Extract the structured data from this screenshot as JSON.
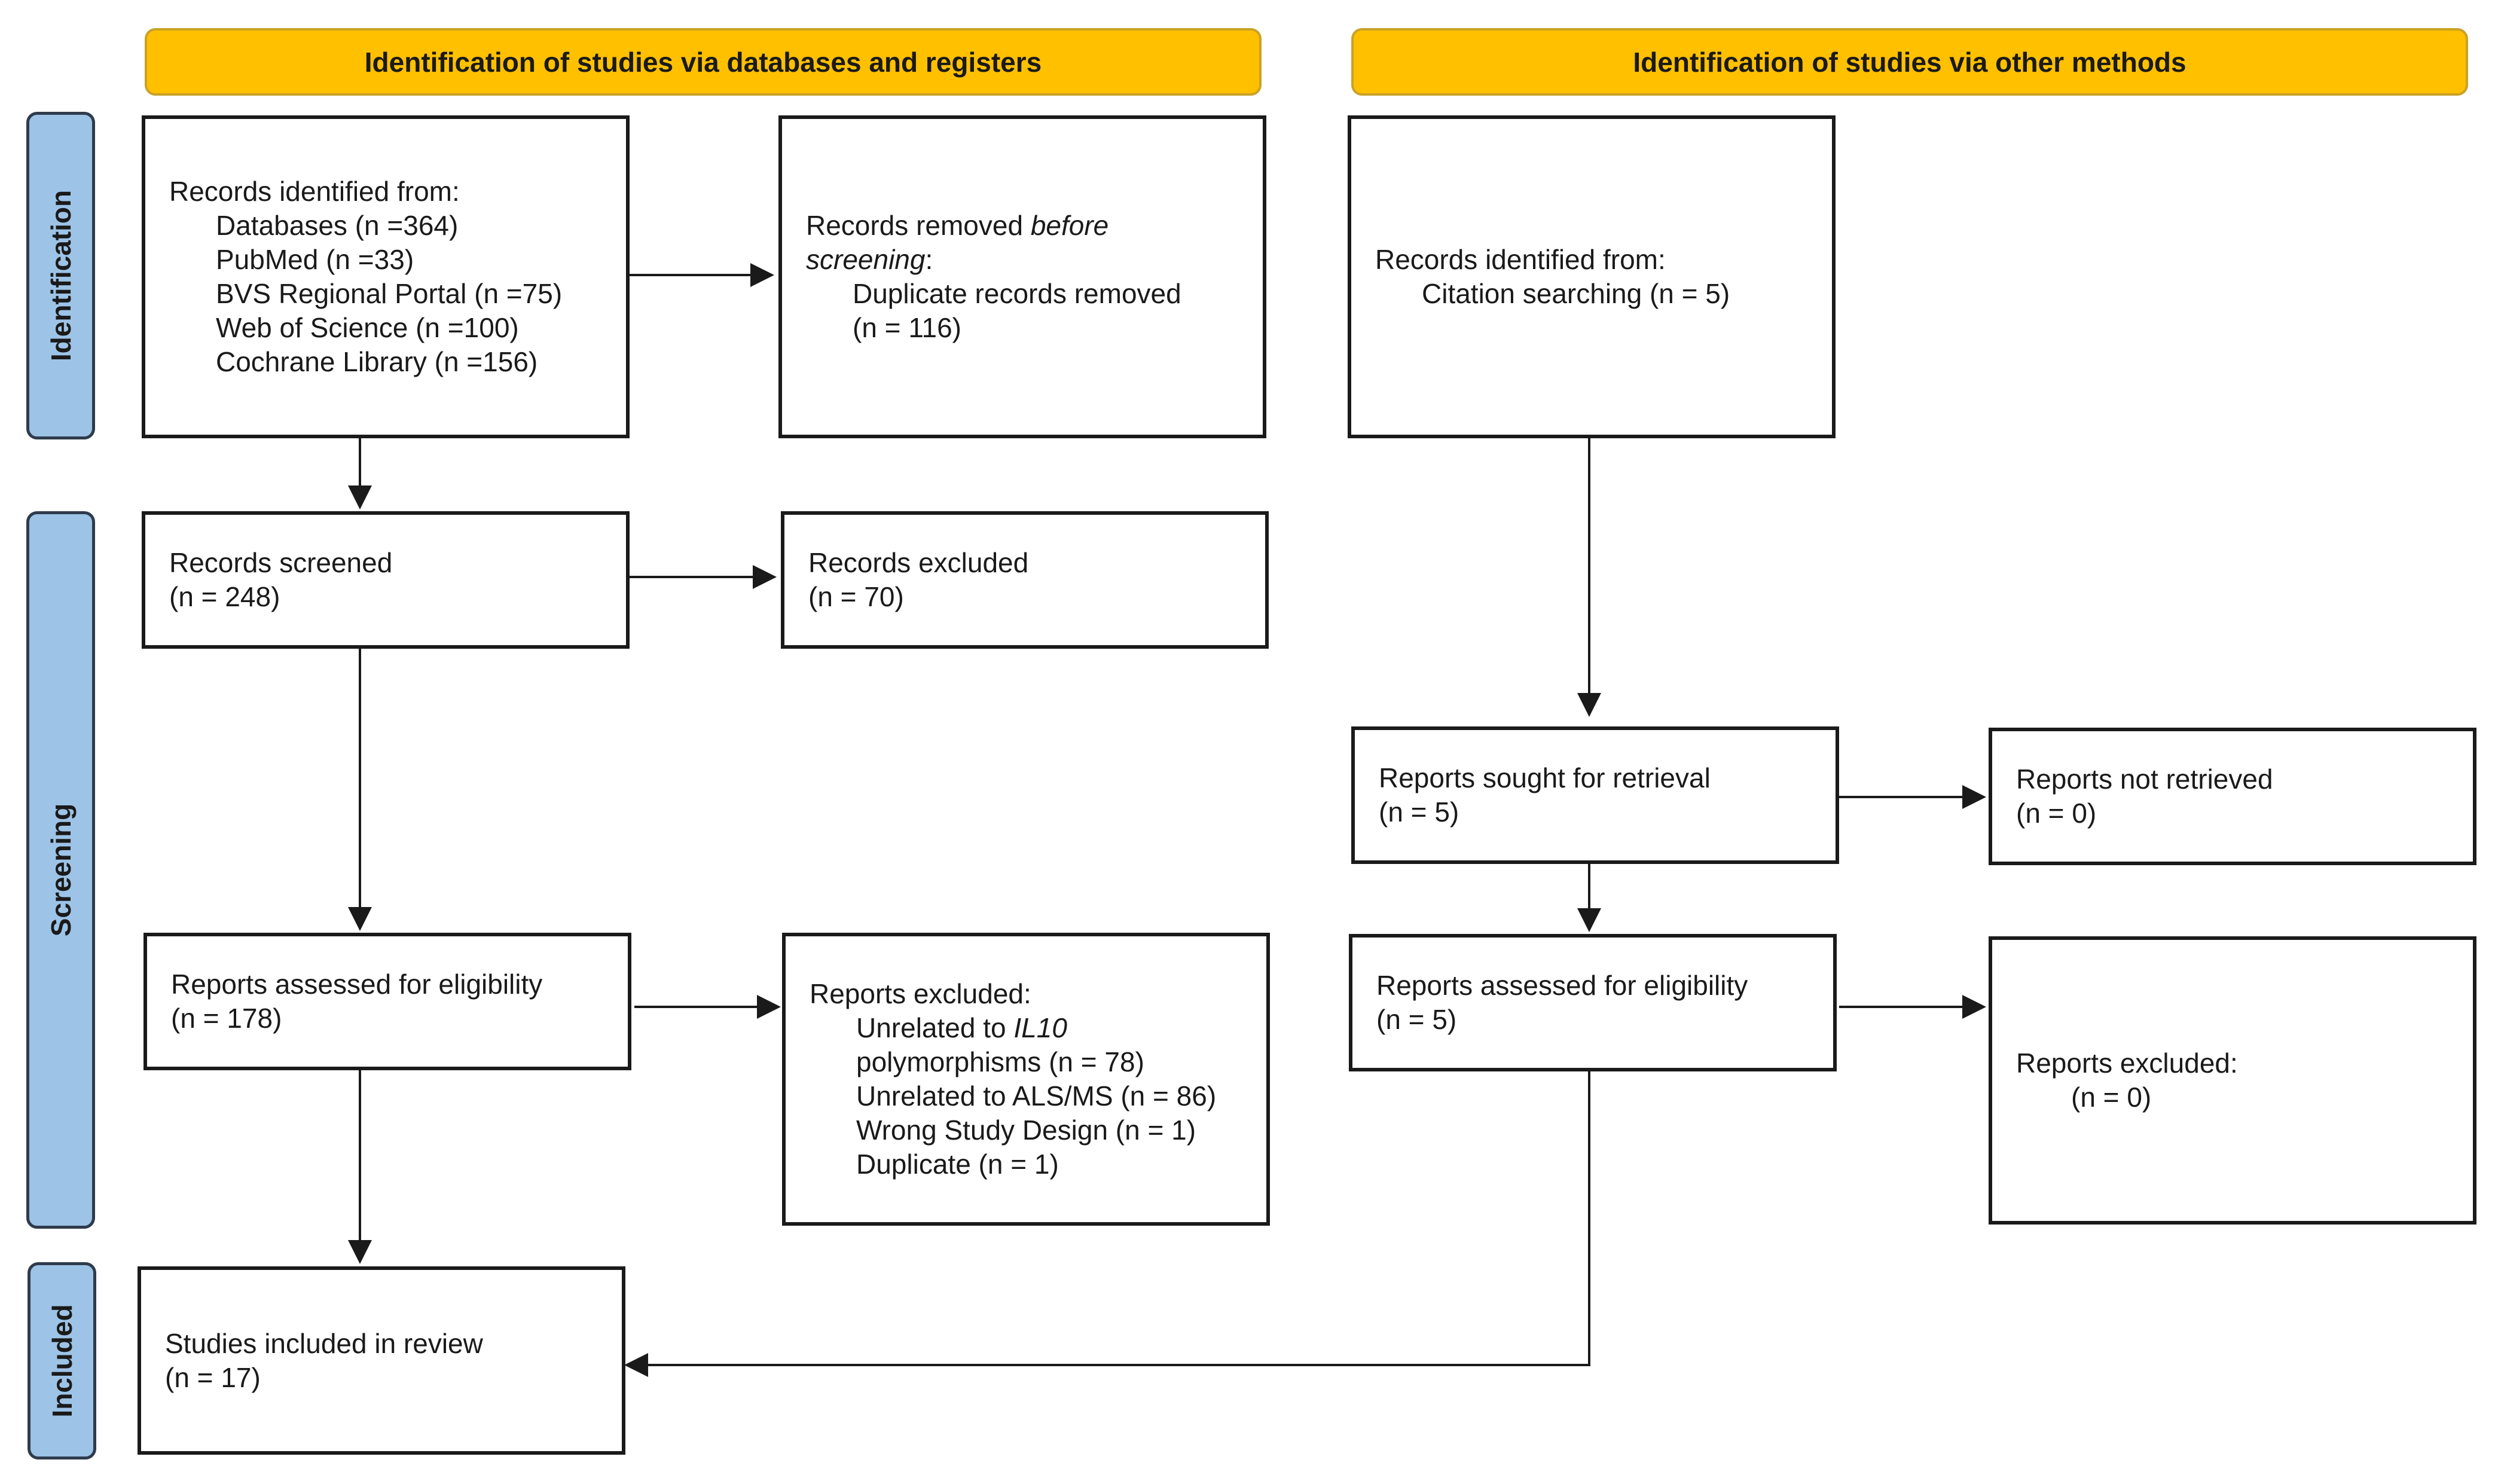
{
  "headers": {
    "databases": "Identification of studies via databases and registers",
    "other": "Identification of studies via other methods"
  },
  "phases": {
    "identification": "Identification",
    "screening": "Screening",
    "included": "Included"
  },
  "db": {
    "records_identified": {
      "title": "Records identified from:",
      "items": [
        "Databases (n =364)",
        "PubMed (n =33)",
        "BVS Regional Portal (n =75)",
        "Web of Science (n =100)",
        "Cochrane Library (n =156)"
      ]
    },
    "records_removed": {
      "line1_prefix": "Records removed ",
      "line1_italic": "before",
      "line2_italic": "screening",
      "line2_suffix": ":",
      "line3": "Duplicate records removed",
      "line4": "(n = 116)"
    },
    "records_screened": {
      "label": "Records screened",
      "count": "(n = 248)"
    },
    "records_excluded": {
      "label": "Records excluded",
      "count": "(n = 70)"
    },
    "reports_assessed": {
      "label": "Reports assessed for eligibility",
      "count": "(n = 178)"
    },
    "reports_excluded": {
      "title": "Reports excluded:",
      "unrelated_prefix": "Unrelated to ",
      "unrelated_italic": "IL10",
      "polymorphisms": "polymorphisms (n = 78)",
      "als_ms": "Unrelated to ALS/MS (n = 86)",
      "wrong_design": "Wrong Study Design (n = 1)",
      "duplicate": "Duplicate (n = 1)"
    },
    "studies_included": {
      "label": "Studies included in review",
      "count": "(n = 17)"
    }
  },
  "other": {
    "records_identified": {
      "title": "Records identified from:",
      "item": "Citation searching (n = 5)"
    },
    "reports_sought": {
      "label": "Reports sought for retrieval",
      "count": "(n = 5)"
    },
    "reports_not_retrieved": {
      "label": "Reports not retrieved",
      "count": "(n = 0)"
    },
    "reports_assessed": {
      "label": "Reports assessed for eligibility",
      "count": "(n = 5)"
    },
    "reports_excluded": {
      "title": "Reports excluded:",
      "count": "(n = 0)"
    }
  },
  "colors": {
    "header_fill": "#FFC000",
    "phase_fill": "#9DC3E6",
    "box_border": "#1a1a1a"
  }
}
